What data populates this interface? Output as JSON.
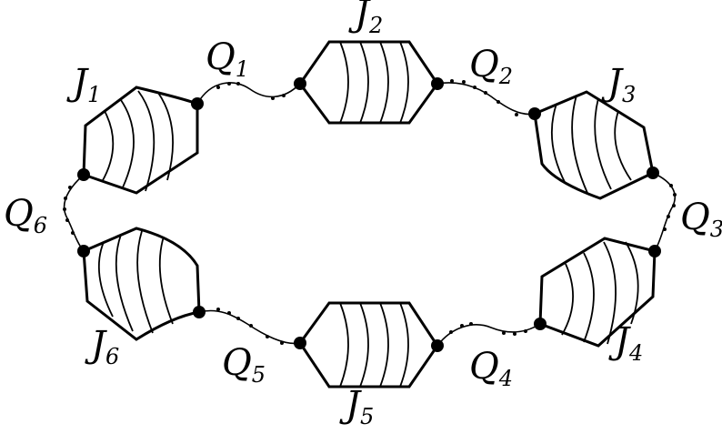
{
  "diagram": {
    "title": "",
    "junctions": [
      {
        "id": "J1",
        "letter": "J",
        "index": "1"
      },
      {
        "id": "J2",
        "letter": "J",
        "index": "2"
      },
      {
        "id": "J3",
        "letter": "J",
        "index": "3"
      },
      {
        "id": "J4",
        "letter": "J",
        "index": "4"
      },
      {
        "id": "J5",
        "letter": "J",
        "index": "5"
      },
      {
        "id": "J6",
        "letter": "J",
        "index": "6"
      }
    ],
    "links": [
      {
        "id": "Q1",
        "letter": "Q",
        "index": "1",
        "from": "J1",
        "to": "J2"
      },
      {
        "id": "Q2",
        "letter": "Q",
        "index": "2",
        "from": "J2",
        "to": "J3"
      },
      {
        "id": "Q3",
        "letter": "Q",
        "index": "3",
        "from": "J3",
        "to": "J4"
      },
      {
        "id": "Q4",
        "letter": "Q",
        "index": "4",
        "from": "J4",
        "to": "J5"
      },
      {
        "id": "Q5",
        "letter": "Q",
        "index": "5",
        "from": "J5",
        "to": "J6"
      },
      {
        "id": "Q6",
        "letter": "Q",
        "index": "6",
        "from": "J6",
        "to": "J1"
      }
    ]
  }
}
